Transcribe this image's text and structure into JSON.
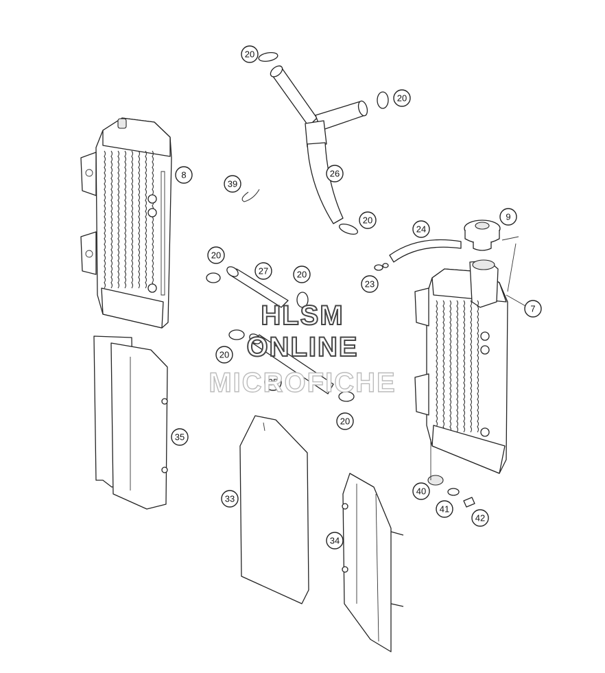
{
  "watermark": {
    "line1": "HLSM",
    "line2": "ONLINE",
    "line3": "MICROFICHE"
  },
  "callouts": [
    {
      "id": "callout-20-a",
      "label": "20"
    },
    {
      "id": "callout-20-b",
      "label": "20"
    },
    {
      "id": "callout-26",
      "label": "26"
    },
    {
      "id": "callout-20-c",
      "label": "20"
    },
    {
      "id": "callout-8",
      "label": "8"
    },
    {
      "id": "callout-39",
      "label": "39"
    },
    {
      "id": "callout-9",
      "label": "9"
    },
    {
      "id": "callout-24",
      "label": "24"
    },
    {
      "id": "callout-7",
      "label": "7"
    },
    {
      "id": "callout-23",
      "label": "23"
    },
    {
      "id": "callout-20-d",
      "label": "20"
    },
    {
      "id": "callout-27",
      "label": "27"
    },
    {
      "id": "callout-20-e",
      "label": "20"
    },
    {
      "id": "callout-20-f",
      "label": "20"
    },
    {
      "id": "callout-25",
      "label": "25"
    },
    {
      "id": "callout-20-g",
      "label": "20"
    },
    {
      "id": "callout-35",
      "label": "35"
    },
    {
      "id": "callout-33",
      "label": "33"
    },
    {
      "id": "callout-40",
      "label": "40"
    },
    {
      "id": "callout-41",
      "label": "41"
    },
    {
      "id": "callout-42",
      "label": "42"
    },
    {
      "id": "callout-34",
      "label": "34"
    }
  ]
}
